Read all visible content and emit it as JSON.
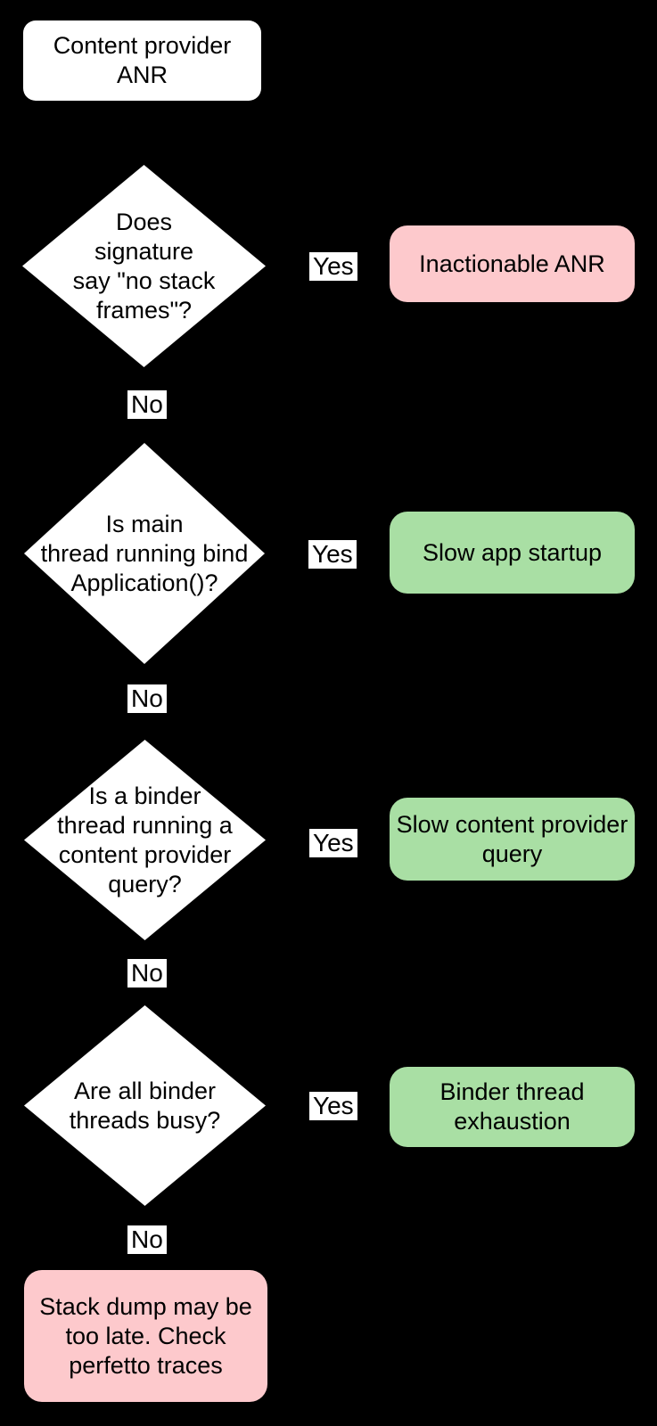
{
  "colors": {
    "background": "#000000",
    "node_fill": "#ffffff",
    "pink_fill": "#fdc9cc",
    "green_fill": "#a9dfa4",
    "text": "#000000"
  },
  "flowchart": {
    "start": {
      "label": "Content provider\nANR"
    },
    "decisions": [
      {
        "question": "Does\nsignature\nsay \"no stack\nframes\"?",
        "yes_label": "Yes",
        "no_label": "No",
        "result": "Inactionable ANR",
        "result_color": "pink"
      },
      {
        "question": "Is main\nthread running bind\nApplication()?",
        "yes_label": "Yes",
        "no_label": "No",
        "result": "Slow app startup",
        "result_color": "green"
      },
      {
        "question": "Is a binder\nthread running a\ncontent provider\nquery?",
        "yes_label": "Yes",
        "no_label": "No",
        "result": "Slow content provider\nquery",
        "result_color": "green"
      },
      {
        "question": "Are all binder\nthreads busy?",
        "yes_label": "Yes",
        "no_label": "No",
        "result": "Binder thread\nexhaustion",
        "result_color": "green"
      }
    ],
    "fallback": {
      "label": "Stack dump may be\ntoo late. Check\nperfetto traces"
    }
  }
}
